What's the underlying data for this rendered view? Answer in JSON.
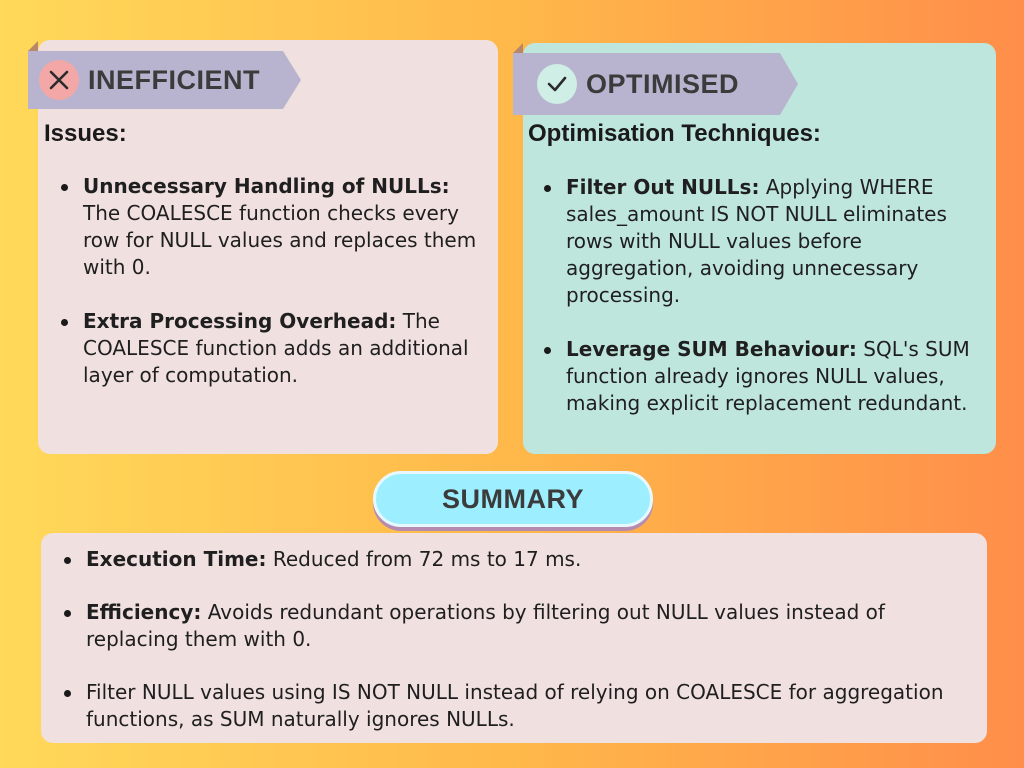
{
  "inefficient": {
    "title": "INEFFICIENT",
    "icon": "x-icon",
    "heading": "Issues:",
    "items": [
      {
        "bold": "Unnecessary Handling of NULLs:",
        "text": " The COALESCE function checks every row for NULL values and replaces them with 0."
      },
      {
        "bold": "Extra Processing Overhead:",
        "text": " The COALESCE function adds an additional layer of computation."
      }
    ]
  },
  "optimised": {
    "title": "OPTIMISED",
    "icon": "check-icon",
    "heading": "Optimisation Techniques:",
    "items": [
      {
        "bold": "Filter Out NULLs:",
        "text": " Applying WHERE sales_amount IS NOT NULL eliminates rows with NULL values before aggregation, avoiding unnecessary processing."
      },
      {
        "bold": "Leverage SUM Behaviour:",
        "text": " SQL's SUM function already ignores NULL values, making explicit replacement redundant."
      }
    ]
  },
  "summary": {
    "title": "SUMMARY",
    "items": [
      {
        "bold": "Execution Time:",
        "text": " Reduced from 72 ms to 17 ms."
      },
      {
        "bold": "Efficiency:",
        "text": " Avoids redundant operations by filtering out NULL values instead of replacing them with 0."
      },
      {
        "bold": "",
        "text": "Filter NULL values using IS NOT NULL instead of relying on COALESCE for aggregation functions, as SUM naturally ignores NULLs."
      }
    ]
  },
  "colors": {
    "card_pink": "#f0e0df",
    "card_mint": "#bfe6dd",
    "ribbon": "#b8b4cf",
    "summary_pill": "#9defff"
  }
}
